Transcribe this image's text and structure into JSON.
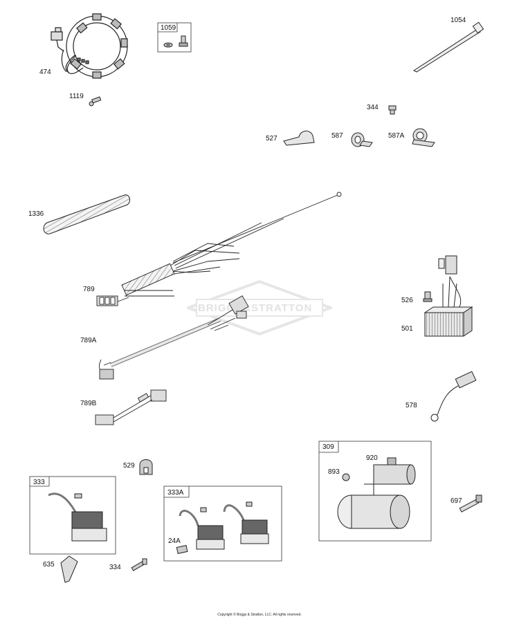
{
  "diagram": {
    "part_labels": {
      "p474": "474",
      "p1059": "1059",
      "p1054": "1054",
      "p1119": "1119",
      "p344": "344",
      "p527": "527",
      "p587": "587",
      "p587A": "587A",
      "p1336": "1336",
      "p789": "789",
      "p789A": "789A",
      "p789B": "789B",
      "p526": "526",
      "p501": "501",
      "p578": "578",
      "p529": "529",
      "p333": "333",
      "p333A": "333A",
      "p24A": "24A",
      "p309": "309",
      "p920": "920",
      "p893": "893",
      "p697": "697",
      "p635": "635",
      "p334": "334"
    },
    "watermark": "BRIGGS&STRATTON",
    "copyright": "Copyright © Briggs & Stratton, LLC. All rights reserved."
  }
}
